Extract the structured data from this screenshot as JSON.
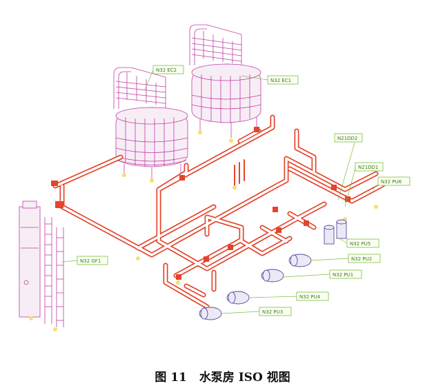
{
  "figure": {
    "caption_number": "图 11",
    "caption_text": "水泵房 ISO 视图",
    "tags": {
      "ec2": "N32 EC2",
      "ec1": "N32 EC1",
      "dd2": "N21DD2",
      "dd1": "N21DD1",
      "pu6": "N32 PU6",
      "pu5": "N32 PU5",
      "pu2": "N32 PU2",
      "pu1": "N32 PU1",
      "pu4": "N32 PU4",
      "pu3": "N32 PU3",
      "gf1": "N32 GF1"
    }
  },
  "colors": {
    "pipe": "#e3442b",
    "equipment": "#c13aa6",
    "pump": "#5a4a9a",
    "tag": "#7cbf3a"
  }
}
